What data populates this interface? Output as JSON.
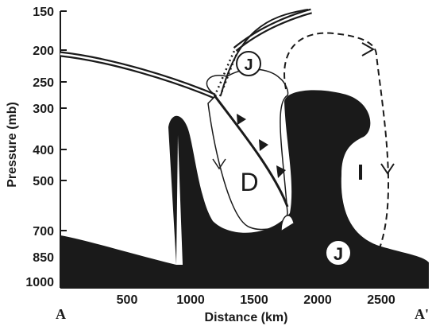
{
  "diagram": {
    "y_axis": {
      "title": "Pressure (mb)",
      "ticks": [
        "150",
        "200",
        "250",
        "300",
        "400",
        "500",
        "700",
        "850",
        "1000"
      ]
    },
    "x_axis": {
      "title": "Distance (km)",
      "ticks": [
        "500",
        "1000",
        "1500",
        "2000",
        "2500"
      ]
    },
    "corner_left": "A",
    "corner_right": "A'",
    "labels": {
      "jet_upper": "J",
      "jet_lower": "J",
      "dry": "D",
      "intrusion": "I"
    },
    "colors": {
      "ink": "#1a1a1a",
      "background": "#ffffff"
    }
  }
}
